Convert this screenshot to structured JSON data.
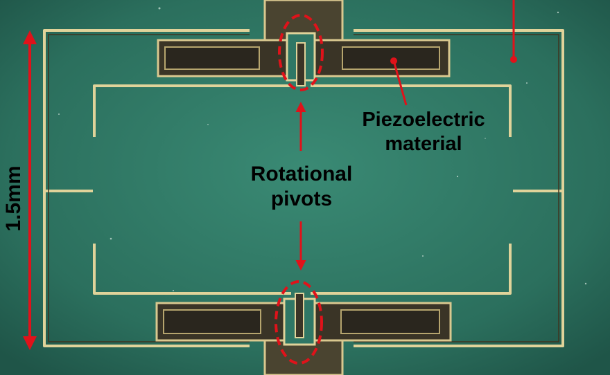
{
  "scale_bar": {
    "label": "1.5mm"
  },
  "annotations": {
    "piezo_line1": "Piezoelectric",
    "piezo_line2": "material",
    "pivot_line1": "Rotational",
    "pivot_line2": "pivots"
  },
  "colors": {
    "substrate": "#2f7765",
    "substrate_dark": "#1d4f43",
    "trace_gold": "#d9c88f",
    "piezo_dark": "#2e2a22",
    "annotation_red": "#e0121a"
  }
}
